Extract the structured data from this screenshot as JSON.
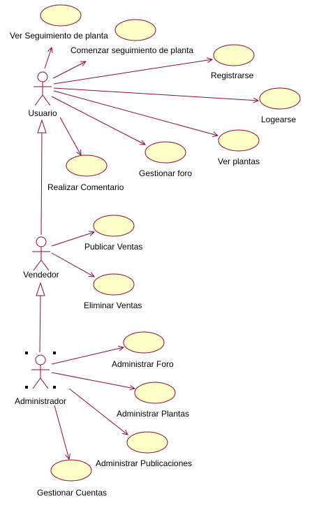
{
  "colors": {
    "line": "#8b0a3c",
    "usecase_fill": "#ffffc8",
    "usecase_stroke": "#8b0a3c",
    "background": "#ffffff",
    "text": "#000000"
  },
  "actors": [
    {
      "id": "usuario",
      "label": "Usuario"
    },
    {
      "id": "vendedor",
      "label": "Vendedor"
    },
    {
      "id": "administrador",
      "label": "Administrador",
      "selected": true
    }
  ],
  "use_cases": [
    {
      "id": "ver-seguimiento",
      "label": "Ver Seguimiento de planta"
    },
    {
      "id": "comenzar-seguimiento",
      "label": "Comenzar seguimiento de planta"
    },
    {
      "id": "registrarse",
      "label": "Registrarse"
    },
    {
      "id": "logearse",
      "label": "Logearse"
    },
    {
      "id": "ver-plantas",
      "label": "Ver plantas"
    },
    {
      "id": "gestionar-foro",
      "label": "Gestionar foro"
    },
    {
      "id": "realizar-comentario",
      "label": "Realizar Comentario"
    },
    {
      "id": "publicar-ventas",
      "label": "Publicar Ventas"
    },
    {
      "id": "eliminar-ventas",
      "label": "Eliminar Ventas"
    },
    {
      "id": "administrar-foro",
      "label": "Administrar Foro"
    },
    {
      "id": "administrar-plantas",
      "label": "Administrar Plantas"
    },
    {
      "id": "administrar-publicaciones",
      "label": "Administrar Publicaciones"
    },
    {
      "id": "gestionar-cuentas",
      "label": "Gestionar Cuentas"
    }
  ],
  "associations": [
    {
      "from": "usuario",
      "to": "ver-seguimiento"
    },
    {
      "from": "usuario",
      "to": "comenzar-seguimiento"
    },
    {
      "from": "usuario",
      "to": "registrarse"
    },
    {
      "from": "usuario",
      "to": "logearse"
    },
    {
      "from": "usuario",
      "to": "ver-plantas"
    },
    {
      "from": "usuario",
      "to": "gestionar-foro"
    },
    {
      "from": "usuario",
      "to": "realizar-comentario"
    },
    {
      "from": "vendedor",
      "to": "publicar-ventas"
    },
    {
      "from": "vendedor",
      "to": "eliminar-ventas"
    },
    {
      "from": "administrador",
      "to": "administrar-foro"
    },
    {
      "from": "administrador",
      "to": "administrar-plantas"
    },
    {
      "from": "administrador",
      "to": "administrar-publicaciones"
    },
    {
      "from": "administrador",
      "to": "gestionar-cuentas"
    }
  ],
  "generalizations": [
    {
      "child": "vendedor",
      "parent": "usuario"
    },
    {
      "child": "administrador",
      "parent": "vendedor"
    }
  ]
}
